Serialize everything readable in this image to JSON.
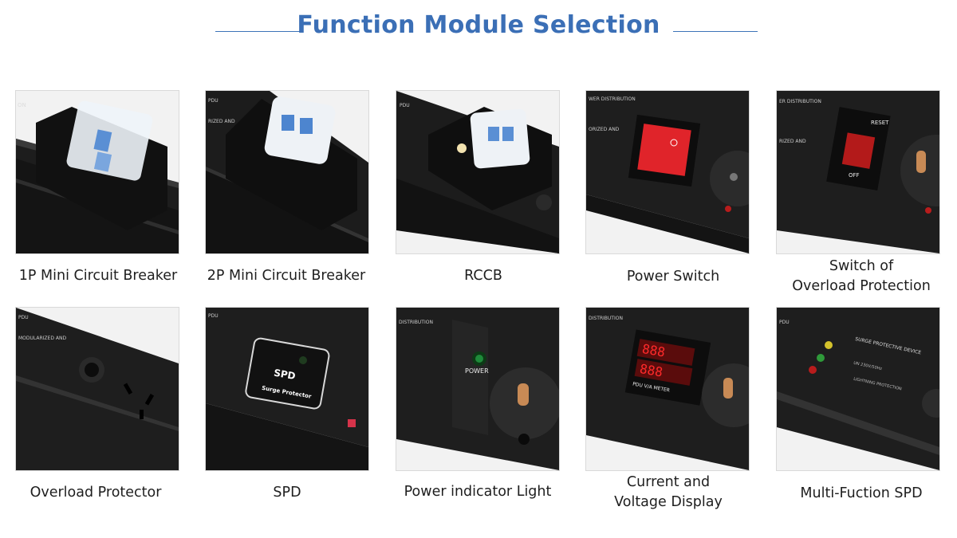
{
  "header": {
    "title": "Function Module Selection"
  },
  "modules": [
    {
      "caption": "1P Mini Circuit Breaker"
    },
    {
      "caption": "2P Mini Circuit Breaker"
    },
    {
      "caption": "RCCB"
    },
    {
      "caption": "Power Switch"
    },
    {
      "caption_lines": [
        "Switch of",
        "Overload Protection"
      ]
    },
    {
      "caption": "Overload Protector"
    },
    {
      "caption": "SPD",
      "label": "SPD",
      "sublabel": "Surge Protector"
    },
    {
      "caption": "Power indicator Light",
      "label": "POWER"
    },
    {
      "caption_lines": [
        "Current and",
        "Voltage Display"
      ],
      "label": "PDU V/A METER"
    },
    {
      "caption": "Multi-Fuction SPD",
      "label": "SURGE PROTECTIVE DEVICE"
    }
  ],
  "colors": {
    "title": "#3b6fb6",
    "product_body": "#1c1c1c",
    "card_border": "#d9d9d9"
  }
}
